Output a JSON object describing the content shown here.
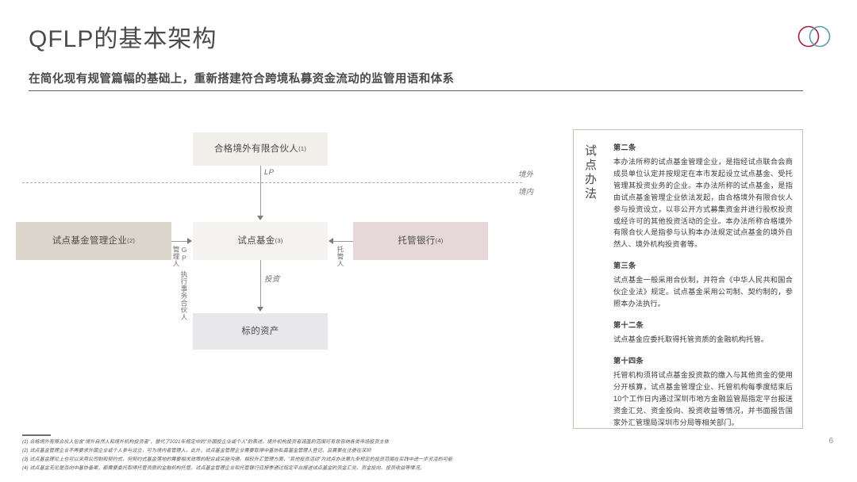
{
  "header": {
    "title": "QFLP的基本架构",
    "subtitle": "在简化现有规管篇幅的基础上，重新搭建符合跨境私募资金流动的监管用语和体系"
  },
  "logo": {
    "name": "two-overlapping-circles-logo",
    "color_left": "#9e2144",
    "color_right": "#5d9ab0"
  },
  "diagram": {
    "nodes": {
      "qualified_lp": {
        "label": "合格境外有限合伙人",
        "note": "(1)",
        "fill": "#f1efe9"
      },
      "fund_manager": {
        "label": "试点基金管理企业",
        "note": "(2)",
        "fill": "#dcd5cb"
      },
      "pilot_fund": {
        "label": "试点基金",
        "note": "(3)",
        "fill": "#f4f3f0"
      },
      "custodian_bank": {
        "label": "托管银行",
        "note": "(4)",
        "fill": "#e6d8d8"
      },
      "target_asset": {
        "label": "标的资产",
        "note": "",
        "fill": "#e8e8ea"
      }
    },
    "edges": {
      "lp_to_fund": "LP",
      "manager_to_fund_gp": "GP 执行事务合伙人",
      "manager_to_fund_mgr": "管理人",
      "bank_to_fund": "托管人",
      "fund_to_asset": "投资"
    },
    "boundary": {
      "offshore": "境外",
      "onshore": "境内"
    }
  },
  "panel": {
    "vertical_title": "试点办法",
    "articles": [
      {
        "heading": "第二条",
        "body": "本办法所称的试点基金管理企业，是指经试点联合会商成员单位认定并按规定在本市发起设立试点基金、受托管理其投资业务的企业。本办法所称的试点基金，是指由试点基金管理企业依法发起，由合格境外有限合伙人参与投资设立，以非公开方式募集资金并进行股权投资或经许可的其他投资活动的企业。本办法所称合格境外有限合伙人是指参与认购本办法规定试点基金的境外自然人、境外机构投资者等。"
      },
      {
        "heading": "第三条",
        "body": "试点基金一般采用合伙制，并符合《中华人民共和国合伙企业法》规定。试点基金采用公司制、契约制的，参照本办法执行。"
      },
      {
        "heading": "第十二条",
        "body": "试点基金应委托取得托管资质的金融机构托管。"
      },
      {
        "heading": "第十四条",
        "body": "托管机构须将试点基金投资款的缴入与其他资金的使用分开核算，试点基金管理企业、托管机构每季度结束后10个工作日内通过深圳市地方金融监管局指定平台报送资金汇兑、资金投向、投资收益等情况，并书面报告国家外汇管理局深圳市分局等相关部门。"
      }
    ]
  },
  "footnotes": [
    "(1) 合格境外有限合伙人包含\"境外自然人和境外机构投资者\"，替代了2021年规定中的\"外国投企业或个人\"的表述。境外机构投资者涵盖的范围可有效容纳各类市场投资主体",
    "(2) 试点基金管理企业不再要求外国企业或个人参与设立，可为境内者管理人。此外，试点基金管理企业需要取得中基协私募基金管理人登记，且需要在注册在深圳",
    "(3) 试点基金理论上也可以采用公司制和契约式，但契约式基金落地的需要相关政策的配合或实施沟通。相较外汇管理方面，\"其他投资活动\"为试点办法第九条规定的投资范围在实践中进一步灵活的可能",
    "(4) 试点基金无论是否向中基协备案，都需要委托取得托管资质的金融机构托管。试点基金管理企业和托管银行应按季通过指定平台报送试点基金的资金汇兑、资金投向、投资收益等情况。"
  ],
  "page_number": "6"
}
